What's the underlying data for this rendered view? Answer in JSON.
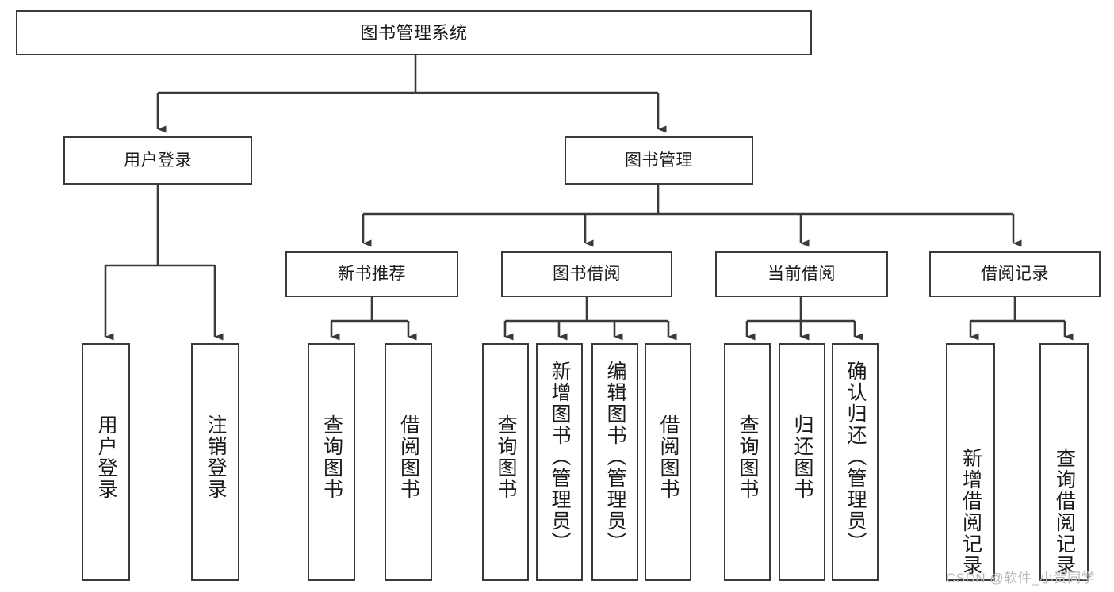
{
  "diagram": {
    "title": "图书管理系统",
    "type": "hierarchy-tree",
    "root": {
      "label": "图书管理系统"
    },
    "level2": [
      {
        "label": "用户登录"
      },
      {
        "label": "图书管理"
      }
    ],
    "level3": [
      {
        "label": "新书推荐"
      },
      {
        "label": "图书借阅"
      },
      {
        "label": "当前借阅"
      },
      {
        "label": "借阅记录"
      }
    ],
    "leaves": {
      "user_login": [
        {
          "label": "用户登录"
        },
        {
          "label": "注销登录"
        }
      ],
      "new_book_recommend": [
        {
          "label": "查询图书"
        },
        {
          "label": "借阅图书"
        }
      ],
      "book_borrow": [
        {
          "label": "查询图书"
        },
        {
          "label": "新增图书（管理员）"
        },
        {
          "label": "编辑图书（管理员）"
        },
        {
          "label": "借阅图书"
        }
      ],
      "current_borrow": [
        {
          "label": "查询图书"
        },
        {
          "label": "归还图书"
        },
        {
          "label": "确认归还（管理员）"
        }
      ],
      "borrow_record": [
        {
          "label": "新增借阅记录"
        },
        {
          "label": "查询借阅记录"
        }
      ]
    }
  },
  "watermark": {
    "text": "CSDN @软件_小贺同学"
  },
  "colors": {
    "stroke": "#3a3a3a",
    "background": "#ffffff",
    "text": "#1a1a1a",
    "watermark": "#b9b9b9"
  }
}
